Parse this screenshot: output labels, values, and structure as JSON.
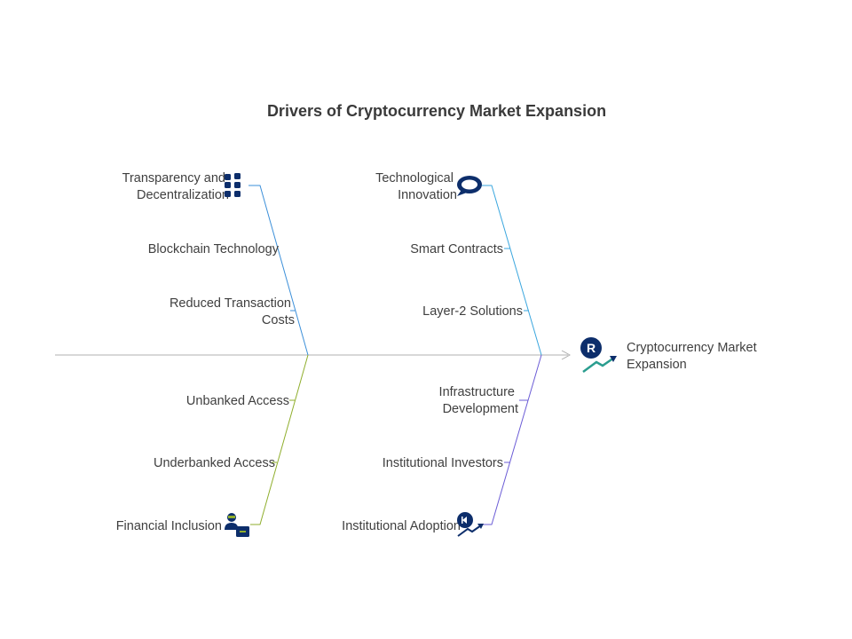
{
  "title": "Drivers of Cryptocurrency Market Expansion",
  "effect": {
    "line1": "Cryptocurrency Market",
    "line2": "Expansion",
    "icon": "crypto-growth-icon"
  },
  "categories": {
    "transparency": {
      "line1": "Transparency and",
      "line2": "Decentralization",
      "icon": "grid-blocks-icon",
      "color": "#3b8fd9"
    },
    "technological": {
      "line1": "Technological",
      "line2": "Innovation",
      "icon": "speech-bubble-icon",
      "color": "#3aa6de"
    },
    "financial": {
      "line1": "Financial Inclusion",
      "icon": "person-card-icon",
      "color": "#8fae2c"
    },
    "institutional": {
      "line1": "Institutional Adoption",
      "icon": "crypto-chart-icon",
      "color": "#6b5cd6"
    }
  },
  "causes": {
    "blockchain": "Blockchain Technology",
    "reduced_1": "Reduced Transaction",
    "reduced_2": "Costs",
    "smart": "Smart Contracts",
    "layer2": "Layer-2 Solutions",
    "unbanked": "Unbanked Access",
    "underbanked": "Underbanked Access",
    "infra_1": "Infrastructure",
    "infra_2": "Development",
    "investors": "Institutional Investors"
  },
  "colors": {
    "spine": "#b0b0b0",
    "icon_dark": "#0d2e6b",
    "icon_teal": "#2a9d8f"
  }
}
